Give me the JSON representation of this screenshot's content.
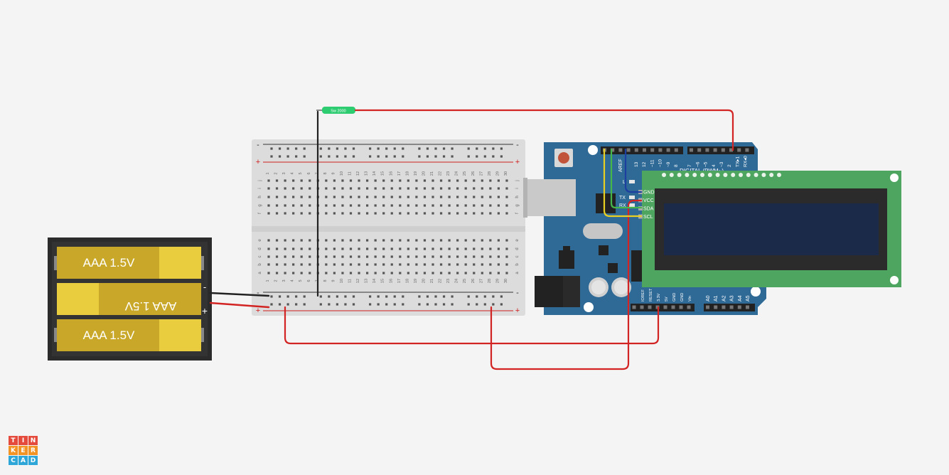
{
  "battery": {
    "cells": [
      {
        "label": "AAA 1.5V"
      },
      {
        "label": "AAA 1.5V"
      },
      {
        "label": "AAA 1.5V"
      }
    ],
    "terminal_minus": "-",
    "terminal_plus": "+"
  },
  "breadboard": {
    "columns": 30,
    "rows_top": [
      "j",
      "i",
      "h",
      "g",
      "f"
    ],
    "rows_bottom": [
      "e",
      "d",
      "c",
      "b",
      "a"
    ],
    "rail_minus": "-",
    "rail_plus": "+"
  },
  "switch": {
    "label": "Sw 2000"
  },
  "arduino": {
    "aref_label": "AREF",
    "header_top_labels": [
      "13",
      "12",
      "~11",
      "~10",
      "~9",
      "8",
      "7",
      "~6",
      "~5",
      "4",
      "~3",
      "2",
      "TX▸1",
      "RX◂0"
    ],
    "digital_label": "DIGITAL (PWM~)",
    "led_labels": [
      "L",
      "TX",
      "RX"
    ],
    "power_labels": [
      "IOREF",
      "RESET",
      "3.3V",
      "5V",
      "GND",
      "GND",
      "Vin"
    ],
    "analog_labels": [
      "A0",
      "A1",
      "A2",
      "A3",
      "A4",
      "A5"
    ]
  },
  "lcd": {
    "pins": [
      "GND",
      "VCC",
      "SDA",
      "SCL"
    ]
  },
  "logo": {
    "letters": [
      "T",
      "I",
      "N",
      "K",
      "E",
      "R",
      "C",
      "A",
      "D"
    ]
  }
}
